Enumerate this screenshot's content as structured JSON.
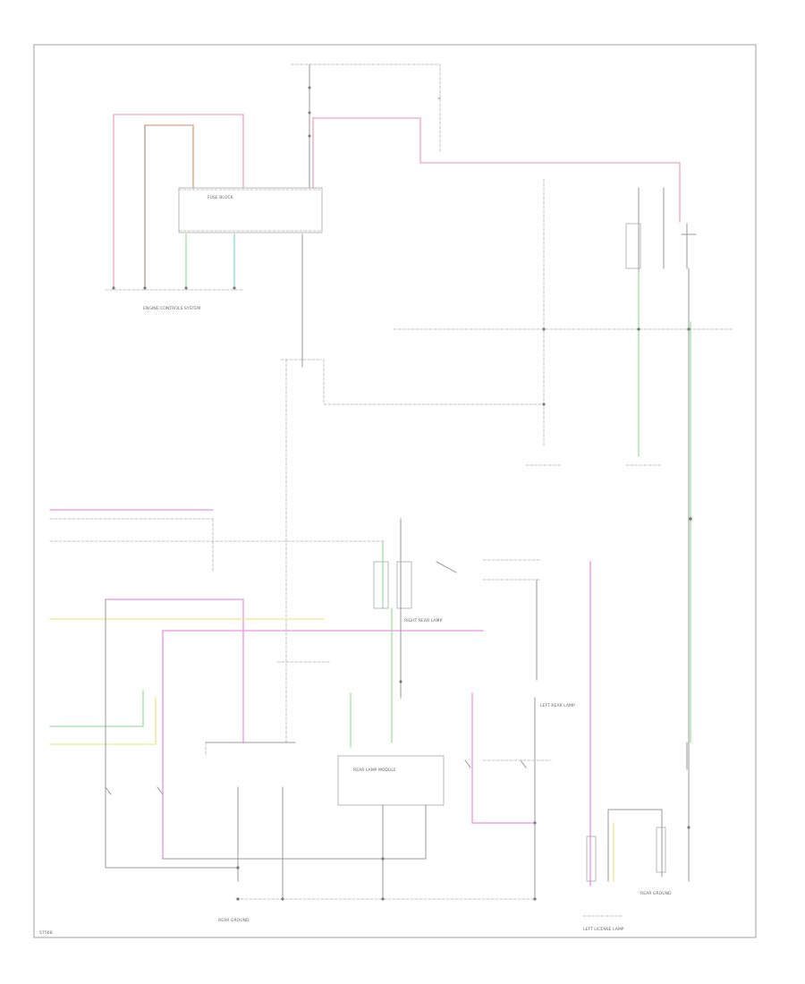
{
  "diagram": {
    "footer_code": "57568",
    "modules": {
      "fuse_block": "FUSE BLOCK",
      "engine_controls": "ENGINE CONTROLS SYSTEM",
      "rear_lamp_module": "REAR LAMP MODULE",
      "left_rear_lamp": "LEFT REAR LAMP",
      "right_rear_lamp": "RIGHT REAR LAMP",
      "license_lamp": "LEFT LICENSE LAMP",
      "ground_g1": "REAR GROUND",
      "ground_g2": "REAR GROUND"
    },
    "colors": {
      "pink": "#f5a3bb",
      "brown": "#d9a07a",
      "green": "#9fe39f",
      "teal": "#7fe0c8",
      "magenta": "#f08fe8",
      "yellow": "#e9e98a",
      "black": "#9a9a9a"
    }
  }
}
